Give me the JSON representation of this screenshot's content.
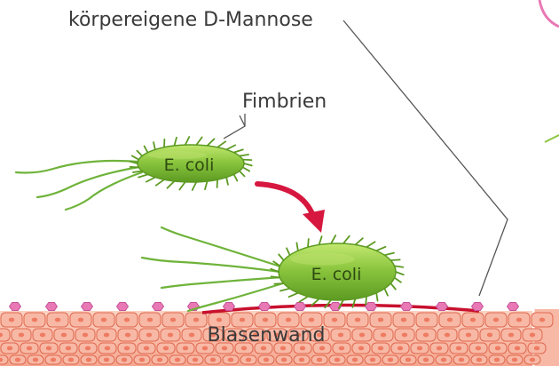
{
  "labels": {
    "mannose": "körpereigene D-Mannose",
    "fimbrien": "Fimbrien",
    "bacterium_top": "E. coli",
    "bacterium_bottom": "E. coli",
    "wall": "Blasenwand"
  },
  "colors": {
    "bacterium_fill": "#8cc63f",
    "bacterium_light": "#b9e06a",
    "bacterium_dark": "#5c9a22",
    "flagella": "#6fb33a",
    "arrow": "#d6173f",
    "mannose": "#e879b4",
    "mannose_stroke": "#c4529a",
    "cell_fill": "#f7b9a6",
    "cell_stroke": "#e0684f",
    "nucleus": "#ee7b62",
    "wall_highlight": "#c8102e",
    "pointer_line": "#555555"
  }
}
